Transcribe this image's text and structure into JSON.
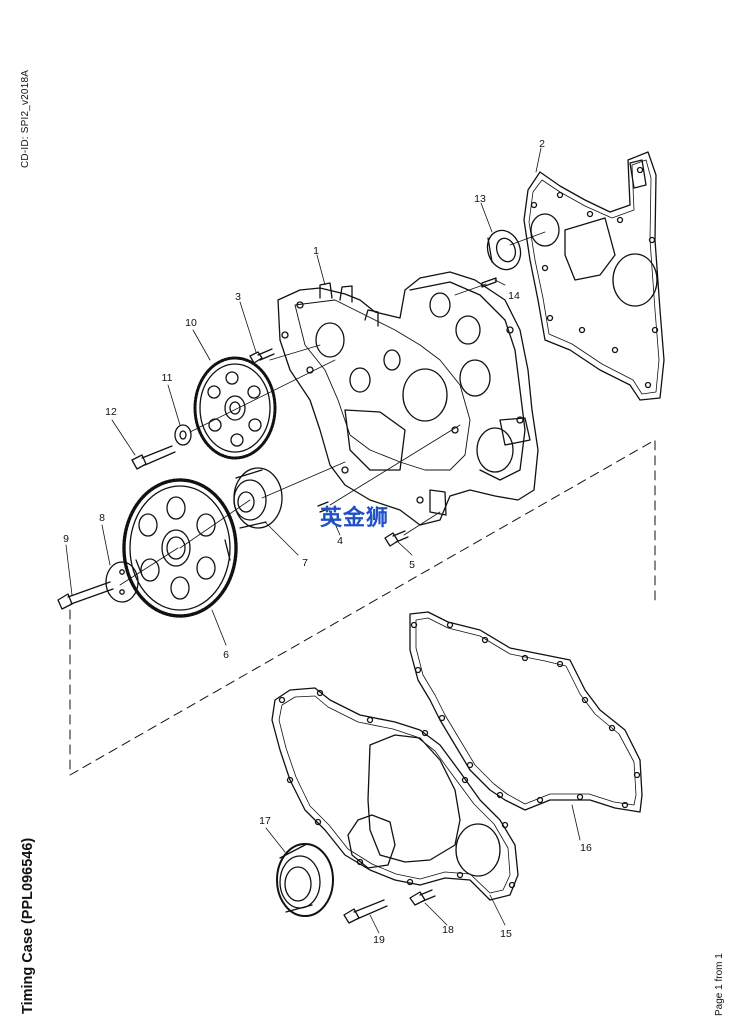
{
  "document": {
    "cd_id": "CD-ID: SPI2_v2018A",
    "title": "Timing Case (PPL096546)",
    "page_label": "Page 1 from 1"
  },
  "watermark": {
    "text": "英金狮",
    "color": "#1f50c8"
  },
  "callouts": [
    "1",
    "2",
    "3",
    "4",
    "5",
    "6",
    "7",
    "8",
    "9",
    "10",
    "11",
    "12",
    "13",
    "14",
    "15",
    "16",
    "17",
    "18",
    "19"
  ]
}
